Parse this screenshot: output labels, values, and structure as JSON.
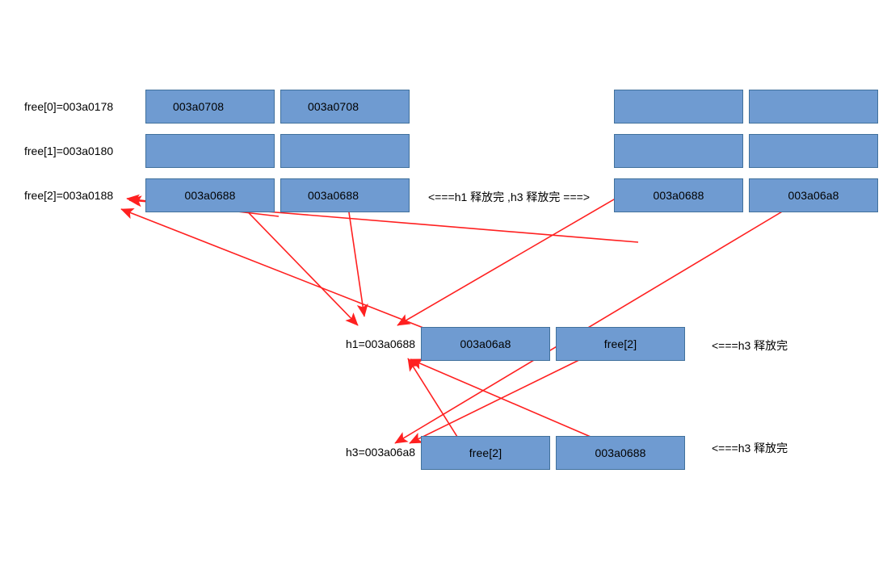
{
  "diagram": {
    "title": "free list / h1 h3 release state diagram",
    "colors": {
      "box_fill": "#6f9bd1",
      "box_border": "#41719c",
      "arrow": "#ff2020",
      "text": "#000000",
      "background": "#ffffff"
    },
    "row_labels": [
      {
        "id": "free0",
        "text": "free[0]=003a0178"
      },
      {
        "id": "free1",
        "text": "free[1]=003a0180"
      },
      {
        "id": "free2",
        "text": "free[2]=003a0188"
      },
      {
        "id": "h1",
        "text": "h1=003a0688"
      },
      {
        "id": "h3",
        "text": "h3=003a06a8"
      }
    ],
    "boxes": [
      {
        "id": "left-r0-c0",
        "text": "003a0708"
      },
      {
        "id": "left-r0-c1",
        "text": "003a0708"
      },
      {
        "id": "left-r1-c0",
        "text": ""
      },
      {
        "id": "left-r1-c1",
        "text": ""
      },
      {
        "id": "left-r2-c0",
        "text": "003a0688"
      },
      {
        "id": "left-r2-c1",
        "text": "003a0688"
      },
      {
        "id": "right-r0-c0",
        "text": ""
      },
      {
        "id": "right-r0-c1",
        "text": ""
      },
      {
        "id": "right-r1-c0",
        "text": ""
      },
      {
        "id": "right-r1-c1",
        "text": ""
      },
      {
        "id": "right-r2-c0",
        "text": "003a0688"
      },
      {
        "id": "right-r2-c1",
        "text": "003a06a8"
      },
      {
        "id": "mid-c0",
        "text": "003a06a8"
      },
      {
        "id": "mid-c1",
        "text": "free[2]"
      },
      {
        "id": "bot-c0",
        "text": "free[2]"
      },
      {
        "id": "bot-c1",
        "text": "003a0688"
      }
    ],
    "notes": [
      {
        "id": "note-top",
        "text": "<===h1 释放完 ,h3 释放完 ===>"
      },
      {
        "id": "note-mid",
        "text": "<===h3 释放完"
      },
      {
        "id": "note-bottom",
        "text": "<===h3 释放完"
      }
    ]
  }
}
